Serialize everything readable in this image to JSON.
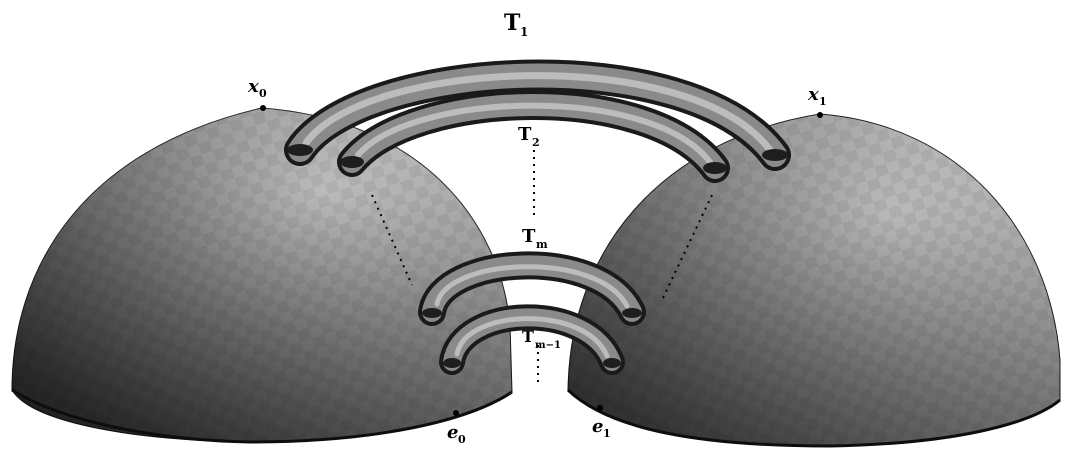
{
  "figure": {
    "labels": {
      "tube_1": "T",
      "tube_1_sub": "1",
      "tube_2": "T",
      "tube_2_sub": "2",
      "tube_m": "T",
      "tube_m_sub": "m",
      "tube_m_minus_1": "T",
      "tube_m_minus_1_sub": "m−1",
      "point_x0": "x",
      "point_x0_sub": "0",
      "point_x1": "x",
      "point_x1_sub": "1",
      "point_e0": "e",
      "point_e0_sub": "0",
      "point_e1": "e",
      "point_e1_sub": "1"
    },
    "colors": {
      "background": "#ffffff",
      "surface_dark": "#2e2e2e",
      "surface_light": "#e0e0e0",
      "tube_dark": "#303030",
      "tube_light": "#b8b8b8",
      "ink": "#000000"
    },
    "objects": [
      "left-hemisphere",
      "right-hemisphere",
      "tube-T1",
      "tube-T2",
      "tube-Tm",
      "tube-Tm-1"
    ]
  }
}
